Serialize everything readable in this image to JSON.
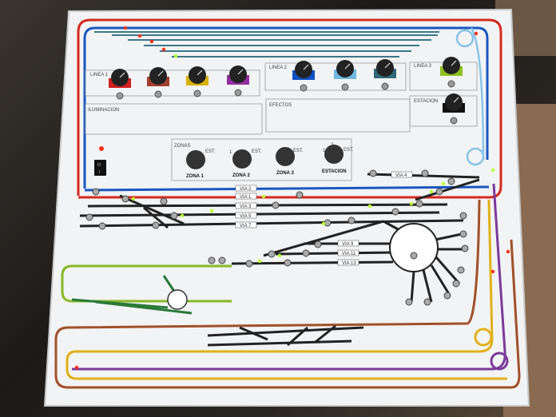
{
  "panel": {
    "sections": {
      "linea1": "LINEA 1",
      "linea2": "LINEA 2",
      "linea3": "LINEA 3",
      "iluminacion": "ILUMINACION",
      "efectos": "EFECTOS",
      "estacion": "ESTACION",
      "zonas": "ZONAS"
    },
    "zone_knobs": [
      "ZONA 1",
      "ZONA 2",
      "ZONA 3",
      "ESTACION"
    ],
    "dial_marks": {
      "one": "1",
      "two": "2",
      "est": "EST."
    },
    "power_switch": {
      "on": "I",
      "off": "O"
    },
    "vias": [
      "VIA 2",
      "VIA 1",
      "VIA 3",
      "VIA 5",
      "VIA 7",
      "VIA 9",
      "VIA 11",
      "VIA 13",
      "VIA 4"
    ]
  },
  "colors": {
    "linea1": [
      "#d02020",
      "#a04030",
      "#d8b000",
      "#9030a0"
    ],
    "linea2": [
      "#1050c0",
      "#70b8e0",
      "#306878"
    ],
    "linea3": "#90c020",
    "estacion": "#111111",
    "led_green": "#b8ff30",
    "led_red": "#ff3010"
  }
}
